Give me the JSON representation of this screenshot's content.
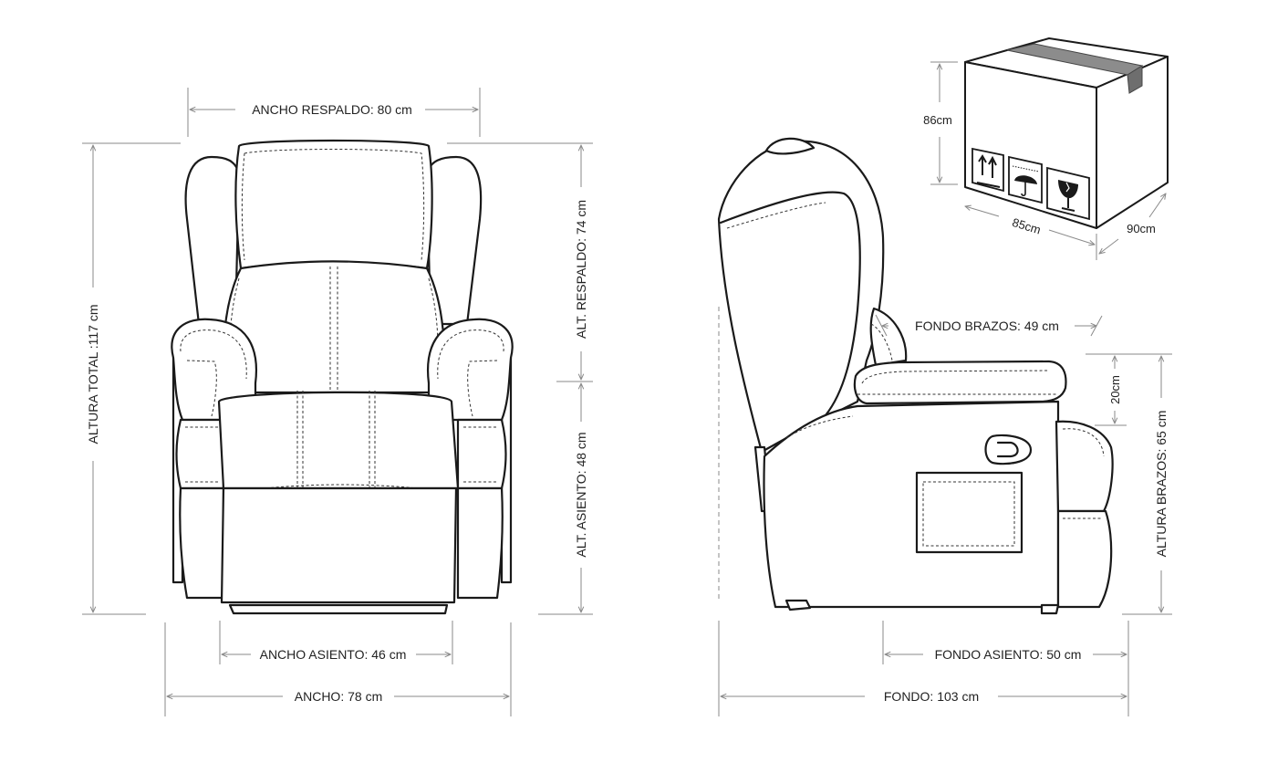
{
  "front_view": {
    "dimensions": {
      "backrest_width": "ANCHO RESPALDO: 80 cm",
      "total_height": "ALTURA TOTAL :117 cm",
      "backrest_height": "ALT. RESPALDO: 74 cm",
      "seat_height": "ALT. ASIENTO: 48 cm",
      "seat_width": "ANCHO ASIENTO: 46 cm",
      "width": "ANCHO: 78 cm"
    }
  },
  "side_view": {
    "dimensions": {
      "armrest_depth": "FONDO BRAZOS: 49 cm",
      "armrest_thickness": "20cm",
      "armrest_height": "ALTURA BRAZOS: 65 cm",
      "seat_depth": "FONDO ASIENTO: 50 cm",
      "depth": "FONDO: 103 cm"
    }
  },
  "package": {
    "height": "86cm",
    "width": "85cm",
    "depth": "90cm",
    "symbols": [
      "this-side-up-icon",
      "keep-dry-icon",
      "fragile-icon"
    ]
  }
}
